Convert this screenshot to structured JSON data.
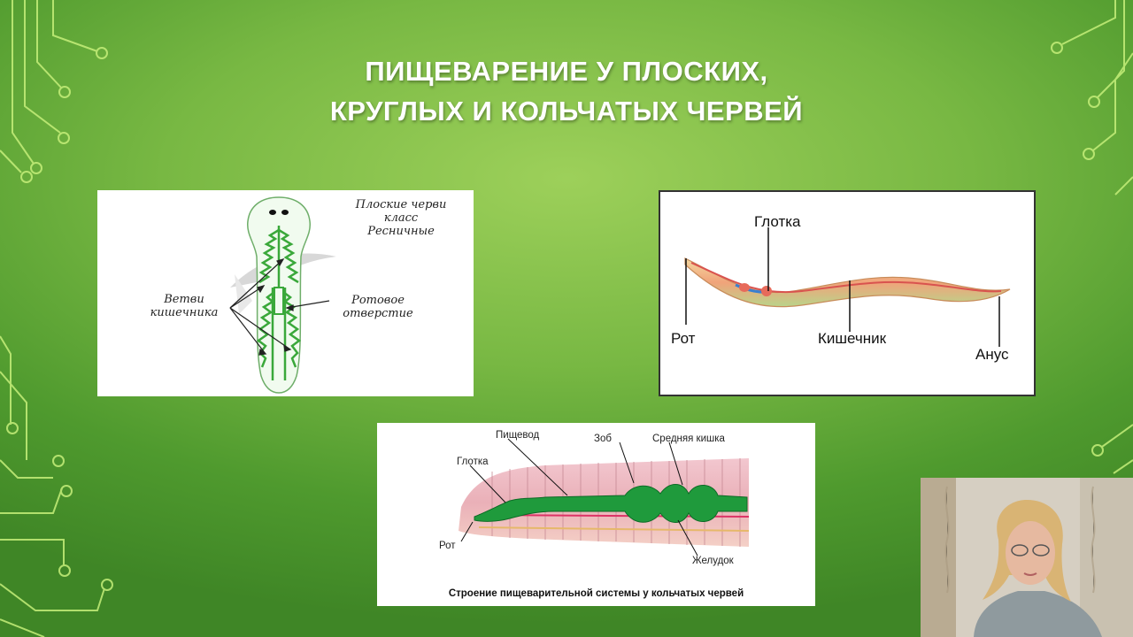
{
  "slide": {
    "title_line1": "ПИЩЕВАРЕНИЕ У ПЛОСКИХ,",
    "title_line2": "КРУГЛЫХ И КОЛЬЧАТЫХ ЧЕРВЕЙ"
  },
  "flatworm": {
    "caption_line1": "Плоские черви",
    "caption_line2": "класс",
    "caption_line3": "Ресничные",
    "label_branches_line1": "Ветви",
    "label_branches_line2": "кишечника",
    "label_mouth_line1": "Ротовое",
    "label_mouth_line2": "отверстие"
  },
  "roundworm": {
    "label_pharynx": "Глотка",
    "label_mouth": "Рот",
    "label_intestine": "Кишечник",
    "label_anus": "Анус"
  },
  "earthworm": {
    "label_esophagus": "Пищевод",
    "label_crop": "Зоб",
    "label_midgut": "Средняя кишка",
    "label_pharynx": "Глотка",
    "label_mouth": "Рот",
    "label_stomach": "Желудок",
    "caption": "Строение пищеварительной системы у кольчатых червей"
  },
  "colors": {
    "background": "#78b843",
    "gut_green": "#1f9a3c",
    "title": "#ffffff"
  }
}
